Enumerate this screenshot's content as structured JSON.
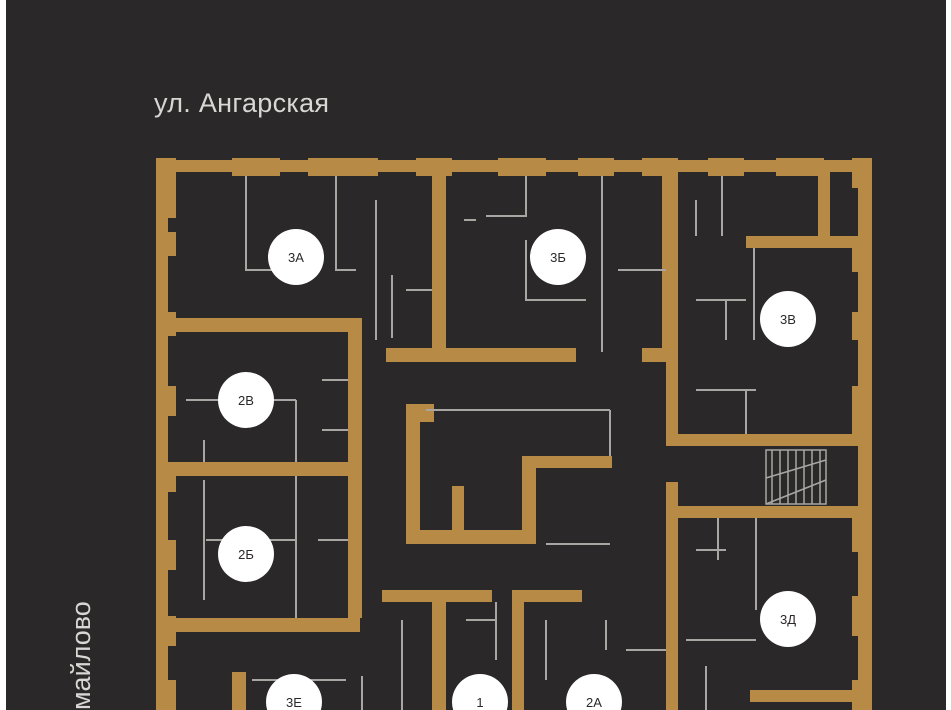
{
  "streets": {
    "top": "ул. Ангарская",
    "side": "майлово"
  },
  "units": [
    {
      "label": "3А"
    },
    {
      "label": "3Б"
    },
    {
      "label": "3В"
    },
    {
      "label": "2В"
    },
    {
      "label": "2Б"
    },
    {
      "label": "3Д"
    },
    {
      "label": "3Е"
    },
    {
      "label": "1"
    },
    {
      "label": "2А"
    }
  ],
  "colors": {
    "background": "#2b2829",
    "wall": "#b78a45",
    "partition": "#a9a5a2",
    "badge": "#ffffff",
    "text": "#d9d6d4"
  }
}
